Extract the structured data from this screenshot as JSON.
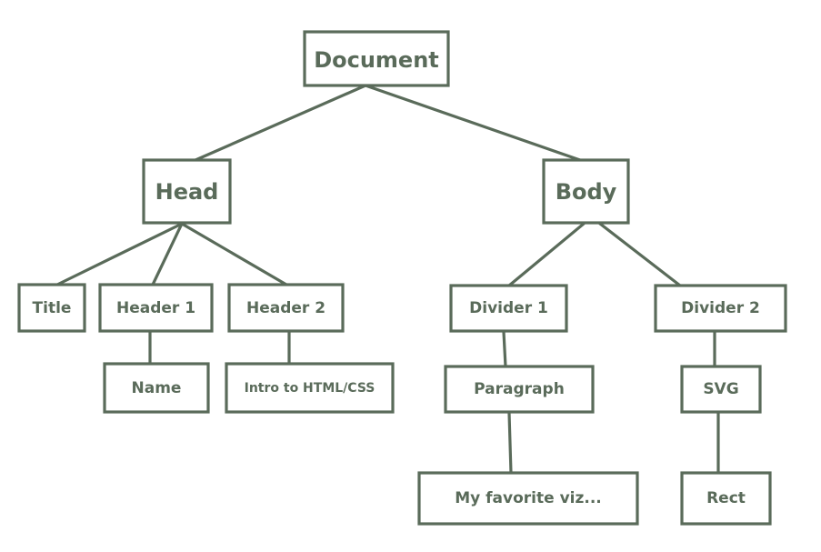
{
  "colors": {
    "ink": "#5a6b5a",
    "background": "#ffffff"
  },
  "nodes": {
    "document": "Document",
    "head": "Head",
    "body": "Body",
    "title": "Title",
    "header1": "Header 1",
    "header2": "Header 2",
    "divider1": "Divider 1",
    "divider2": "Divider 2",
    "name": "Name",
    "intro": "Intro to HTML/CSS",
    "paragraph": "Paragraph",
    "svg": "SVG",
    "myfav": "My favorite viz...",
    "rect": "Rect"
  },
  "edges": [
    [
      "document",
      "head"
    ],
    [
      "document",
      "body"
    ],
    [
      "head",
      "title"
    ],
    [
      "head",
      "header1"
    ],
    [
      "head",
      "header2"
    ],
    [
      "body",
      "divider1"
    ],
    [
      "body",
      "divider2"
    ],
    [
      "header1",
      "name"
    ],
    [
      "header2",
      "intro"
    ],
    [
      "divider1",
      "paragraph"
    ],
    [
      "paragraph",
      "myfav"
    ],
    [
      "divider2",
      "svg"
    ],
    [
      "svg",
      "rect"
    ]
  ]
}
